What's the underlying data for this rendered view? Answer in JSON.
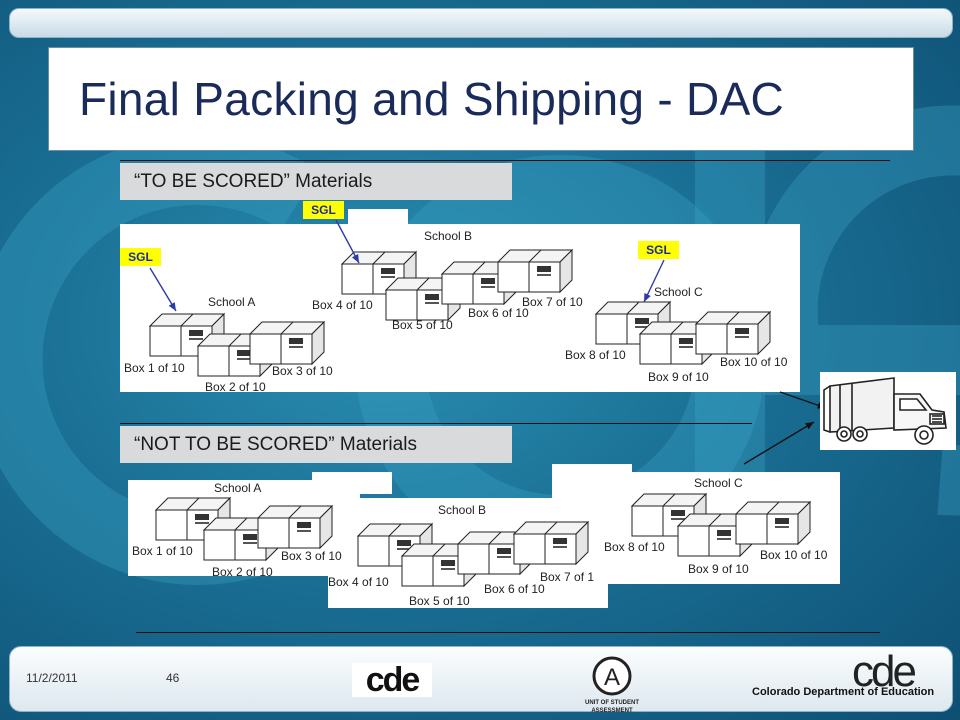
{
  "slide": {
    "title": "Final Packing and Shipping - DAC",
    "date": "11/2/2011",
    "page_number": "46"
  },
  "sections": {
    "scored": {
      "label": "“TO BE SCORED” Materials",
      "sgl_tags": [
        "SGL",
        "SGL",
        "SGL"
      ],
      "schools": [
        "School A",
        "School B",
        "School C"
      ],
      "boxes": [
        "Box 1 of 10",
        "Box 2 of 10",
        "Box 3 of 10",
        "Box 4 of 10",
        "Box 5 of 10",
        "Box 6 of 10",
        "Box 7 of 10",
        "Box 8 of 10",
        "Box 9 of 10",
        "Box 10 of 10"
      ]
    },
    "not_scored": {
      "label": "“NOT TO BE SCORED” Materials",
      "schools": [
        "School A",
        "School B",
        "School C"
      ],
      "boxes": [
        "Box 1 of 10",
        "Box 2 of 10",
        "Box 3 of 10",
        "Box 4 of 10",
        "Box 5 of 10",
        "Box 6 of 10",
        "Box 7 of 1",
        "Box 8 of 10",
        "Box 9 of 10",
        "Box 10 of 10"
      ]
    }
  },
  "footer": {
    "logo_small_text": "cde",
    "unit_logo_letter": "A",
    "unit_logo_lines": [
      "UNIT OF STUDENT",
      "ASSESSMENT"
    ],
    "logo_big_text": "cde",
    "department_name": "Colorado Department of Education"
  },
  "colors": {
    "sgl_fill": "#ffff00",
    "sgl_text": "#1b2e9a",
    "arrow": "#2d3aa8",
    "title_text": "#1a2b5a"
  }
}
